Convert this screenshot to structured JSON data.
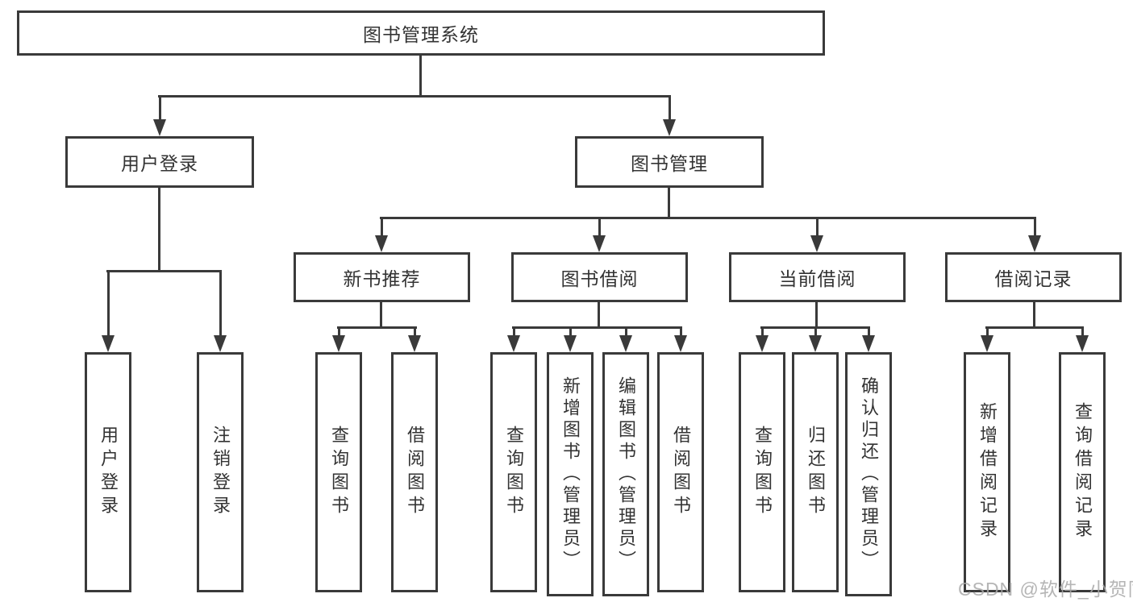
{
  "colors": {
    "line": "#3a3a3a",
    "text": "#333333",
    "background": "#ffffff",
    "watermark": "#a9a9a9"
  },
  "watermark": "CSDN @软件_小贺同学",
  "tree": {
    "root": "图书管理系统",
    "branches": [
      {
        "label": "用户登录",
        "children": [
          "用户登录",
          "注销登录"
        ]
      },
      {
        "label": "图书管理",
        "children": [
          {
            "label": "新书推荐",
            "children": [
              "查询图书",
              "借阅图书"
            ]
          },
          {
            "label": "图书借阅",
            "children": [
              "查询图书",
              "新增图书（管理员）",
              "编辑图书（管理员）",
              "借阅图书"
            ]
          },
          {
            "label": "当前借阅",
            "children": [
              "查询图书",
              "归还图书",
              "确认归还（管理员）"
            ]
          },
          {
            "label": "借阅记录",
            "children": [
              "新增借阅记录",
              "查询借阅记录"
            ]
          }
        ]
      }
    ]
  }
}
